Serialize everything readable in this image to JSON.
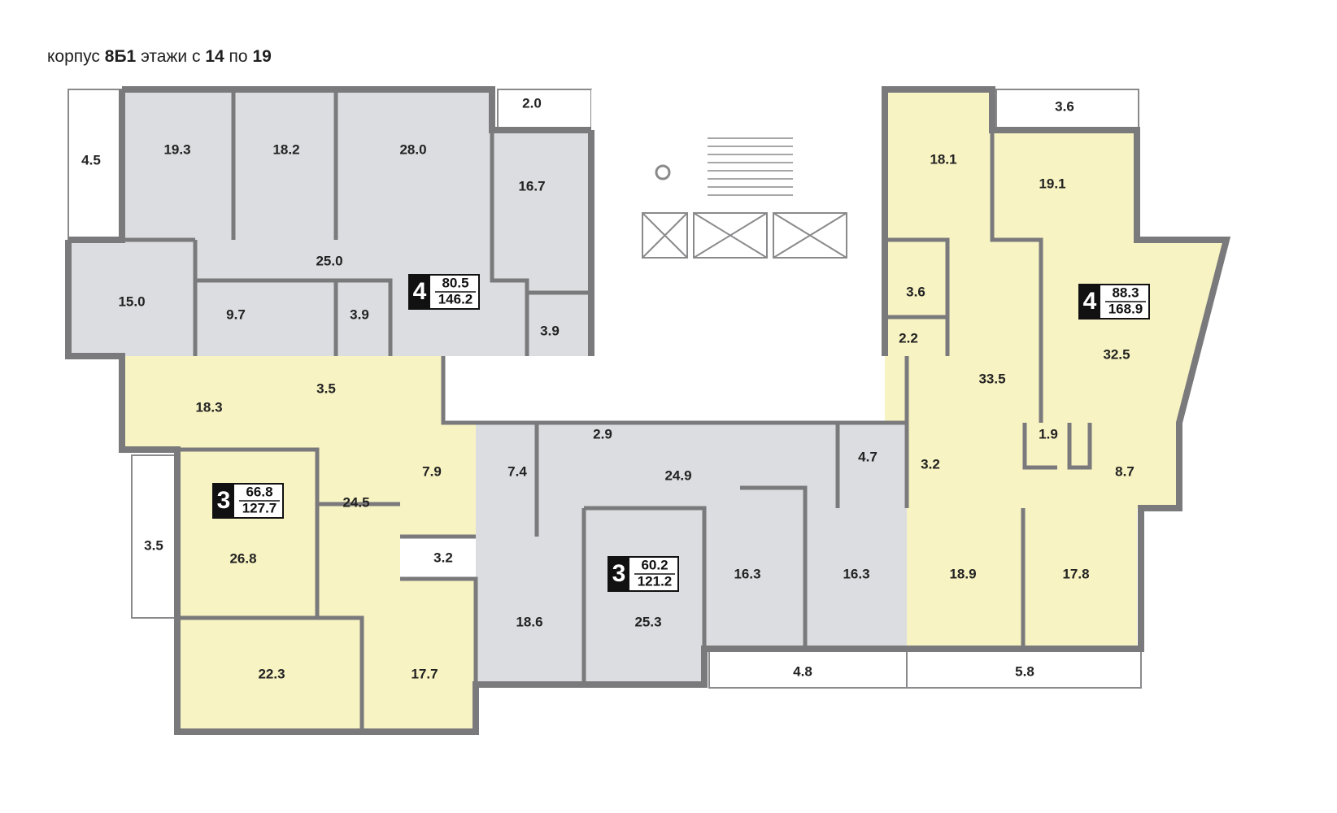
{
  "header": {
    "prefix": "корпус",
    "building": "8Б1",
    "floors_text": "этажи с",
    "floor_from": "14",
    "floors_to_text": "по",
    "floor_to": "19"
  },
  "colors": {
    "apartment_gray": "#dcdde1",
    "apartment_yellow": "#f8f3c2",
    "wall": "#7a7a7c",
    "balcony": "#ffffff",
    "badge_dark": "#111111"
  },
  "apartments": [
    {
      "id": "apt-4-west",
      "rooms": "4",
      "living": "80.5",
      "total": "146.2",
      "fill": "gray"
    },
    {
      "id": "apt-4-east",
      "rooms": "4",
      "living": "88.3",
      "total": "168.9",
      "fill": "yellow"
    },
    {
      "id": "apt-3-west",
      "rooms": "3",
      "living": "66.8",
      "total": "127.7",
      "fill": "yellow"
    },
    {
      "id": "apt-3-south",
      "rooms": "3",
      "living": "60.2",
      "total": "121.2",
      "fill": "gray"
    }
  ],
  "room_areas": [
    "4.5",
    "19.3",
    "18.2",
    "28.0",
    "2.0",
    "16.7",
    "25.0",
    "15.0",
    "9.7",
    "3.9",
    "3.9",
    "18.1",
    "3.6",
    "19.1",
    "3.6",
    "2.2",
    "33.5",
    "32.5",
    "1.9",
    "3.2",
    "8.7",
    "18.3",
    "3.5",
    "24.5",
    "26.8",
    "3.5",
    "22.3",
    "17.7",
    "7.9",
    "7.4",
    "2.9",
    "24.9",
    "4.7",
    "3.2",
    "18.6",
    "25.3",
    "16.3",
    "16.3",
    "18.9",
    "17.8",
    "4.8",
    "5.8"
  ]
}
